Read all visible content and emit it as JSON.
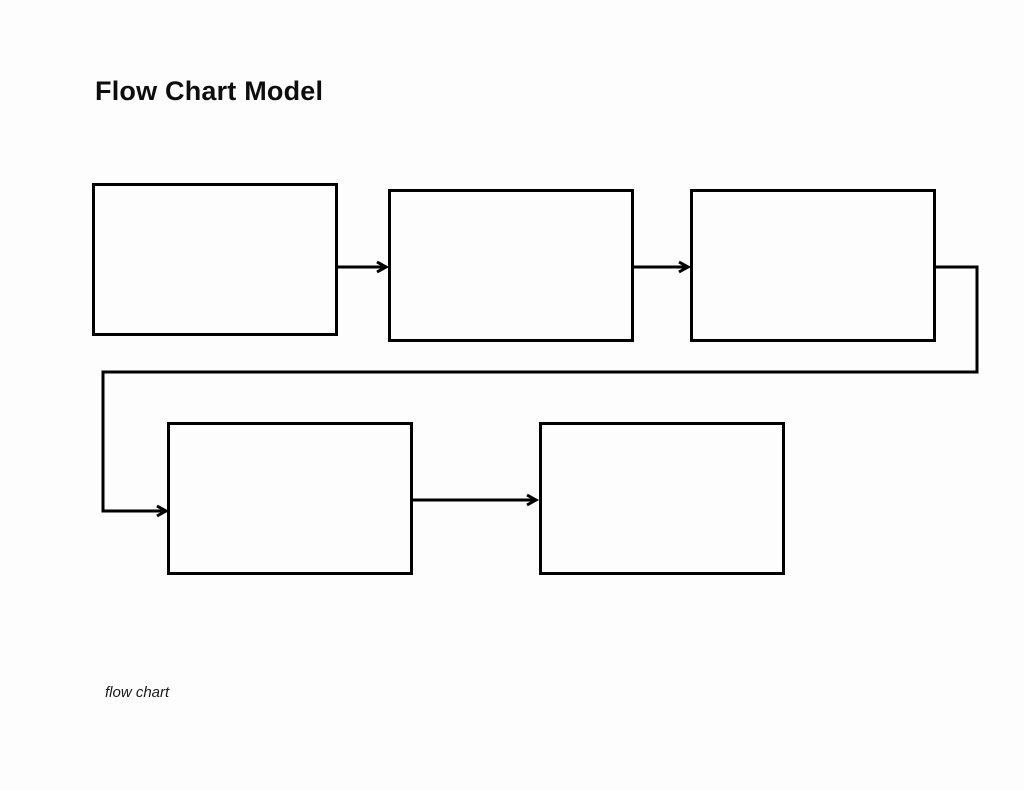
{
  "page": {
    "title": "Flow Chart Model",
    "caption": "flow chart"
  },
  "colors": {
    "background": "#fdfdfd",
    "line": "#000000",
    "text": "#0d0d0d"
  },
  "diagram": {
    "type": "flowchart",
    "node_count": 5,
    "nodes": [
      {
        "id": "box-1",
        "label": "",
        "row": 1,
        "col": 1
      },
      {
        "id": "box-2",
        "label": "",
        "row": 1,
        "col": 2
      },
      {
        "id": "box-3",
        "label": "",
        "row": 1,
        "col": 3
      },
      {
        "id": "box-4",
        "label": "",
        "row": 2,
        "col": 1
      },
      {
        "id": "box-5",
        "label": "",
        "row": 2,
        "col": 2
      }
    ],
    "edges": [
      {
        "from": "box-1",
        "to": "box-2",
        "style": "straight-arrow"
      },
      {
        "from": "box-2",
        "to": "box-3",
        "style": "straight-arrow"
      },
      {
        "from": "box-3",
        "to": "box-4",
        "style": "elbow-arrow"
      },
      {
        "from": "box-4",
        "to": "box-5",
        "style": "straight-arrow"
      }
    ]
  }
}
